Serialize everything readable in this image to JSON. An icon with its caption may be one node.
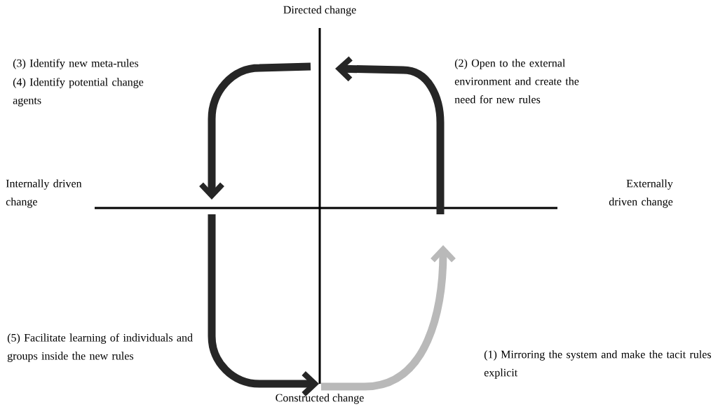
{
  "diagram": {
    "labels": [
      "Directed change",
      "(3) Identify new meta-rules",
      "(4) Identify potential change agents",
      "(2) Open to the external environment and create the need for new rules",
      "Internally driven change",
      "Externally driven change",
      "(5) Facilitate learning of individuals and groups inside the new rules",
      "(1) Mirroring the system and make the tacit rules explicit",
      "Constructed change"
    ]
  }
}
